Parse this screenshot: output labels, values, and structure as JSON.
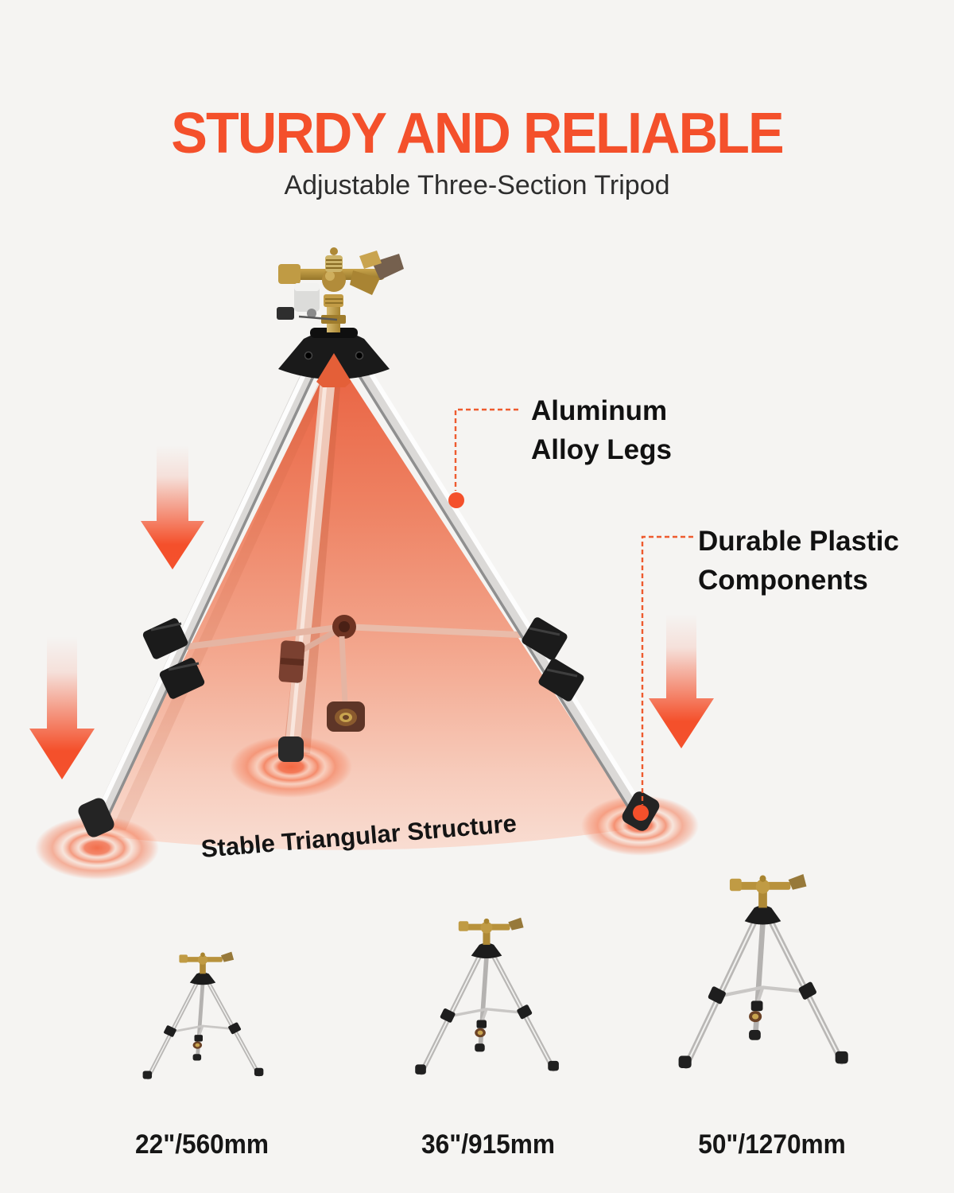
{
  "header": {
    "title": "STURDY AND RELIABLE",
    "subtitle": "Adjustable Three-Section Tripod"
  },
  "annotations": {
    "aluminum": {
      "line1": "Aluminum",
      "line2": "Alloy Legs"
    },
    "plastic": {
      "line1": "Durable Plastic",
      "line2": "Components"
    },
    "structure": "Stable Triangular Structure"
  },
  "sizes": [
    {
      "label": "22\"/560mm"
    },
    {
      "label": "36\"/915mm"
    },
    {
      "label": "50\"/1270mm"
    }
  ],
  "colors": {
    "accent": "#F4502B",
    "background": "#F5F4F2",
    "text": "#141414",
    "subtitle_text": "#2E2E2E",
    "triangle_top": "#EA6240",
    "triangle_bottom": "#F9DDD1",
    "brass": "#B28C3A",
    "aluminum_leg": "#DBD9D7",
    "plastic_black": "#1B1B1B"
  }
}
